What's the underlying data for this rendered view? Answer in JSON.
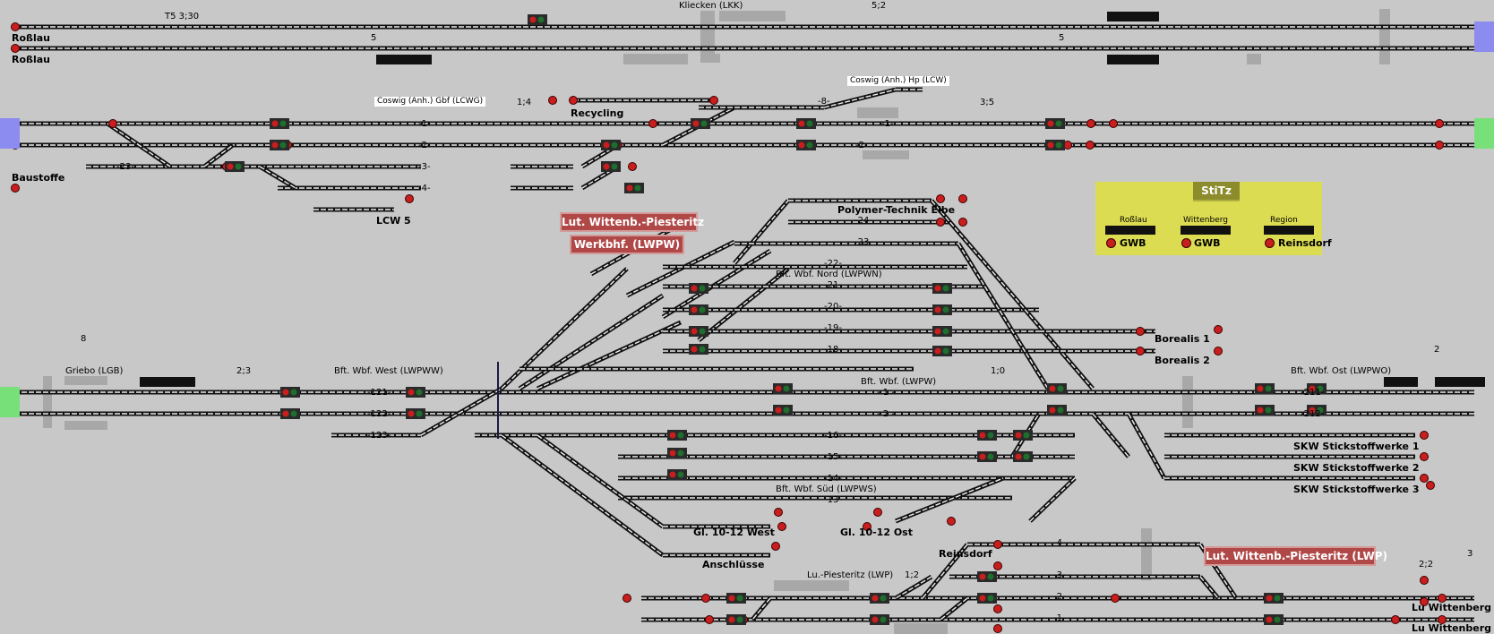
{
  "colors": {
    "background": "#c8c8c8",
    "track": "#111111",
    "rail_light": "#f0f0f0",
    "signal_red": "#c81e1e",
    "signal_green": "#1e6e2e",
    "banner": "#b04848",
    "stitz_panel": "#dcdc52",
    "stitz_title": "#8c8c2c",
    "edge_blue": "#8c8cf0",
    "edge_green": "#78e078",
    "block_gray": "#a8a8a8"
  },
  "top_labels": {
    "t5": "T5 3;30",
    "kliecken": "Kliecken (LKK)",
    "five_two": "5;2",
    "five_a": "5",
    "five_b": "5",
    "rosslau_1": "Roßlau",
    "rosslau_2": "Roßlau"
  },
  "coswig": {
    "gbf": "Coswig (Anh.) Gbf (LCWG)",
    "ratio": "1;4",
    "recycling": "Recycling",
    "hp": "Coswig (Anh.) Hp (LCW)",
    "hp_ratio": "3;5",
    "track_1": "-1-",
    "track_2": "-2-",
    "track_3": "-3-",
    "track_4": "-4-",
    "track_23": "-23-",
    "baustoffe": "Baustoffe",
    "lcw5": "LCW 5",
    "track_1b": "-1-",
    "track_2b": "-2-",
    "track_8": "-8-"
  },
  "banners": {
    "lutherstadt": "Lut. Wittenb.-Piesteritz",
    "werkbhf": "Werkbhf. (LWPW)",
    "lwp": "Lut. Wittenb.-Piesteritz (LWP)"
  },
  "stitz": {
    "title": "StiTz",
    "rosslau": "Roßlau",
    "wittenberg": "Wittenberg",
    "region": "Region",
    "gwb1": "GWB",
    "gwb2": "GWB",
    "reinsdorf": "Reinsdorf"
  },
  "werkbahnhof": {
    "polymer": "Polymer-Technik Elbe",
    "track_24": "-24-",
    "track_23": "-23-",
    "track_22": "-22-",
    "nord": "Bft. Wbf. Nord (LWPWN)",
    "track_21": "-21-",
    "track_20": "-20-",
    "track_19": "-19-",
    "track_18": "-18-",
    "borealis1": "Borealis 1",
    "borealis2": "Borealis 2",
    "eight": "8",
    "two": "2"
  },
  "middle": {
    "griebo": "Griebo (LGB)",
    "griebo_ratio": "2;3",
    "west": "Bft. Wbf. West (LWPWW)",
    "wbf": "Bft. Wbf. (LWPW)",
    "wbf_ratio": "1;0",
    "ost": "Bft. Wbf. Ost (LWPWO)",
    "t121": "-121-",
    "t122": "-122-",
    "t123": "-123-",
    "t1": "- 1 -",
    "t2": "- 2 -",
    "t211": "-211-",
    "t212": "-212-",
    "t16": "-16-",
    "t15": "-15-",
    "t14": "-14-",
    "t13": "-13-",
    "sued": "Bft. Wbf. Süd (LWPWS)",
    "skw1": "SKW Stickstoffwerke 1",
    "skw2": "SKW Stickstoffwerke 2",
    "skw3": "SKW Stickstoffwerke 3"
  },
  "bottom": {
    "gl_west": "Gl. 10-12 West",
    "gl_ost": "Gl. 10-12 Ost",
    "anschluesse": "Anschlüsse",
    "reinsdorf": "Reinsdorf",
    "lwp": "Lu.-Piesteritz (LWP)",
    "lwp_ratio": "1;2",
    "t4": "-4-",
    "t3": "-3-",
    "t2": "-2-",
    "t1": "-1-",
    "lu_wittenberg_1": "Lu Wittenberg",
    "lu_wittenberg_2": "Lu Wittenberg",
    "three": "3",
    "two_two": "2;2"
  }
}
